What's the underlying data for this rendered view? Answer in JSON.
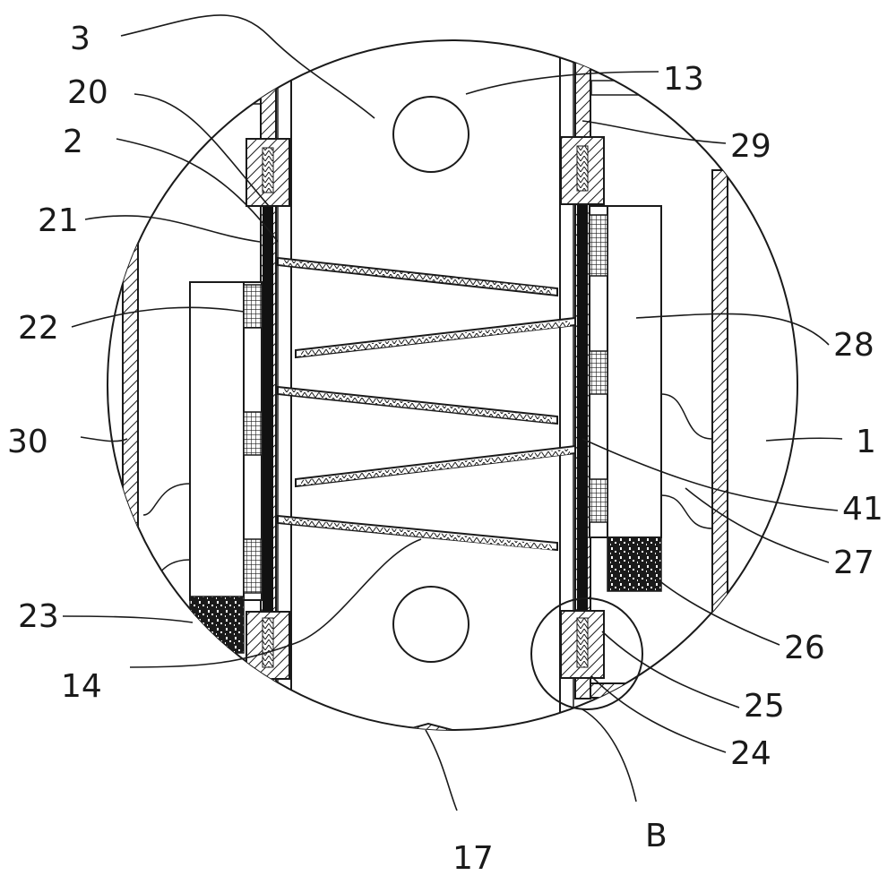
{
  "labels": {
    "l3": "3",
    "l20": "20",
    "l2": "2",
    "l21": "21",
    "l22": "22",
    "l30": "30",
    "l23": "23",
    "l14": "14",
    "l17": "17",
    "l13": "13",
    "l29": "29",
    "l28": "28",
    "l1": "1",
    "l41": "41",
    "l27": "27",
    "l26": "26",
    "l25": "25",
    "l24": "24",
    "lB": "B"
  }
}
